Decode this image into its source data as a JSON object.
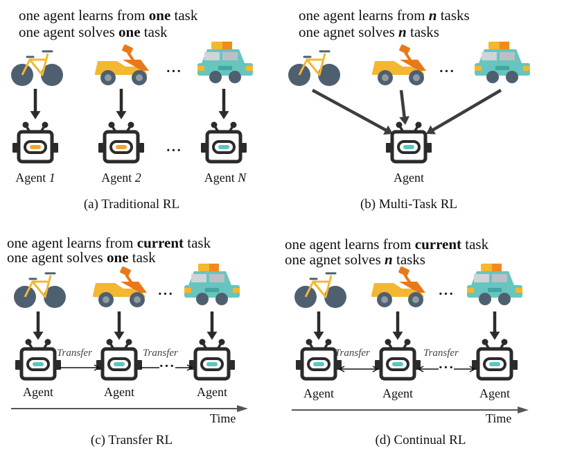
{
  "colors": {
    "ink": "#2b2b2b",
    "arrow": "#3d3d3d",
    "wheel": "#4e6070",
    "bike_frame": "#f4b731",
    "scooter_body": "#f4b731",
    "scooter_accent": "#e8791a",
    "car_body": "#66c5be",
    "car_accent": "#f4b731",
    "agent_eye_orange": "#f4a531",
    "agent_eye_teal": "#5cc6bf"
  },
  "panels": {
    "a": {
      "line1": {
        "pre": "one agent learns from ",
        "em": "one",
        "post": " task"
      },
      "line2": {
        "pre": "one agent solves ",
        "em": "one",
        "post": " task"
      },
      "agents": [
        {
          "name": "Agent ",
          "idx": "1"
        },
        {
          "name": "Agent ",
          "idx": "2"
        },
        {
          "name": "Agent ",
          "idx": "N"
        }
      ],
      "ellipsis": "···",
      "caption": "(a)  Traditional RL"
    },
    "b": {
      "line1": {
        "pre": "one agent learns from ",
        "em": "n",
        "post": " tasks"
      },
      "line2": {
        "pre": "one agnet solves ",
        "em": "n",
        "post": " tasks"
      },
      "agent_label": "Agent",
      "ellipsis": "···",
      "caption": "(b)  Multi-Task RL"
    },
    "c": {
      "line1": {
        "pre": "one agent learns from ",
        "em": "current",
        "post": " task"
      },
      "line2": {
        "pre": "one agent solves ",
        "em": "one",
        "post": " task"
      },
      "agent_label": "Agent",
      "transfer": "Transfer",
      "ellipsis": "···",
      "time": "Time",
      "caption": "(c)  Transfer RL"
    },
    "d": {
      "line1": {
        "pre": "one agent learns from ",
        "em": "current",
        "post": " task"
      },
      "line2": {
        "pre": "one agnet solves ",
        "em": "n",
        "post": " tasks"
      },
      "agent_label": "Agent",
      "transfer": "Transfer",
      "ellipsis": "···",
      "time": "Time",
      "caption": "(d)  Continual RL"
    }
  }
}
